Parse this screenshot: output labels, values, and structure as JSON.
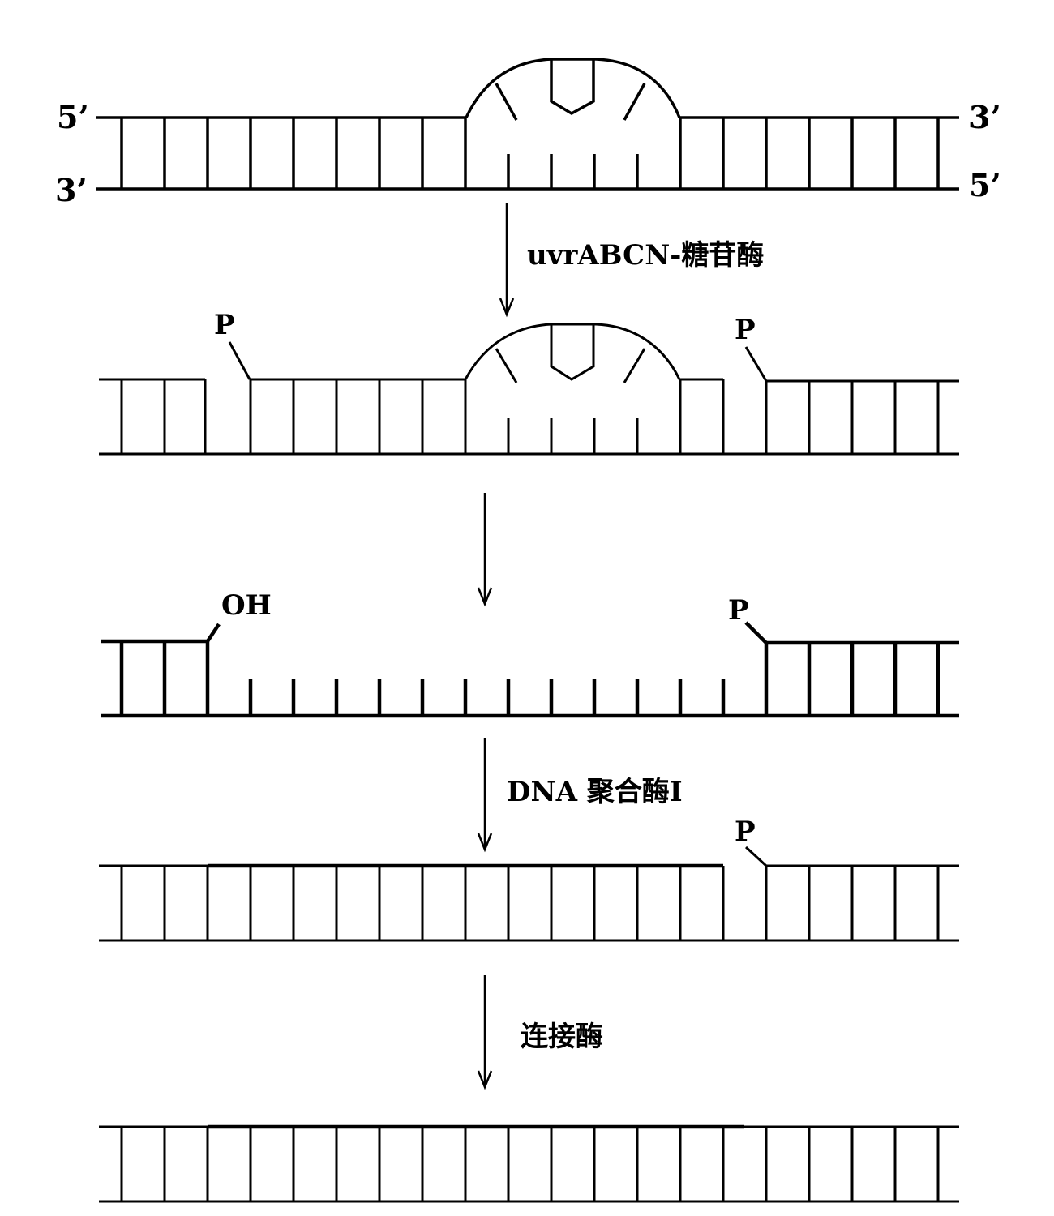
{
  "labels": {
    "top_left_5": "5’",
    "bottom_left_3": "3’",
    "top_right_3": "3’",
    "bottom_right_5": "5’",
    "stage2_p_left": "P",
    "stage2_p_right": "P",
    "stage3_oh": "OH",
    "stage3_p": "P",
    "stage4_p": "P"
  },
  "steps": [
    {
      "enzyme": "uvrABCN-糖苷酶"
    },
    {
      "enzyme": ""
    },
    {
      "enzyme": "DNA 聚合酶Ⅰ"
    },
    {
      "enzyme": "连接酶"
    }
  ]
}
